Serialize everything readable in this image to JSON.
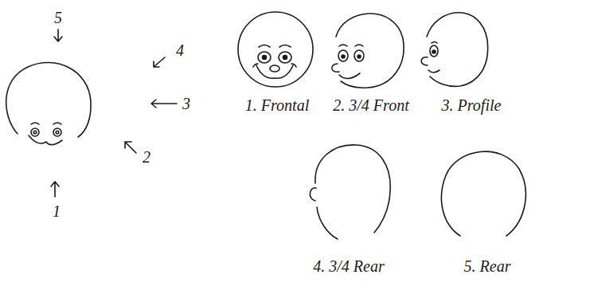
{
  "diagram": {
    "labels": [
      "5",
      "4",
      "3",
      "2",
      "1",
      "1. Frontal",
      "2. 3/4 Front",
      "3. Profile",
      "4. 3/4 Rear",
      "5. Rear"
    ]
  }
}
